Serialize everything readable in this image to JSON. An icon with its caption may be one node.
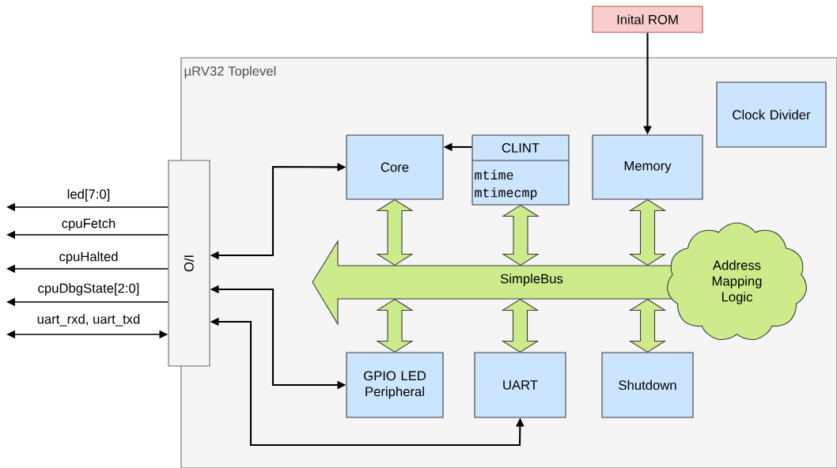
{
  "diagram": {
    "nodes": [
      {
        "text": [
          "µRV32 Toplevel"
        ]
      },
      {
        "text": [
          "Inital ROM"
        ]
      },
      {
        "text": [
          "Clock Divider"
        ],
        "in": 0
      },
      {
        "text": [
          "Core"
        ],
        "in": 0
      },
      {
        "text": [
          "CLINT",
          "mtime",
          "mtimecmp"
        ],
        "in": 0
      },
      {
        "text": [
          "Memory"
        ],
        "in": 0
      },
      {
        "text": [
          "I/O"
        ]
      },
      {
        "text": [
          "SimpleBus"
        ],
        "in": 0
      },
      {
        "text": [
          "Address Mapping Logic"
        ],
        "in": 0
      },
      {
        "text": [
          "GPIO LED Peripheral"
        ],
        "in": 0
      },
      {
        "text": [
          "UART"
        ],
        "in": 0
      },
      {
        "text": [
          "Shutdown"
        ],
        "in": 0
      }
    ],
    "edges": [
      {
        "from": 1,
        "to": 5,
        "arrow": "to"
      },
      {
        "from": 4,
        "to": 3,
        "arrow": "to"
      },
      {
        "from": 6,
        "to": 3,
        "arrow": "both"
      },
      {
        "from": 6,
        "to": 9,
        "arrow": "both"
      },
      {
        "from": 6,
        "to": 10,
        "arrow": "both"
      },
      {
        "from": 3,
        "to": 7,
        "arrow": "both",
        "style": "thick",
        "color": "#cdeb8b"
      },
      {
        "from": 4,
        "to": 7,
        "arrow": "both",
        "style": "thick",
        "color": "#cdeb8b"
      },
      {
        "from": 5,
        "to": 7,
        "arrow": "both",
        "style": "thick",
        "color": "#cdeb8b"
      },
      {
        "from": 7,
        "to": 9,
        "arrow": "both",
        "style": "thick",
        "color": "#cdeb8b"
      },
      {
        "from": 7,
        "to": 10,
        "arrow": "both",
        "style": "thick",
        "color": "#cdeb8b"
      },
      {
        "from": 7,
        "to": 11,
        "arrow": "both",
        "style": "thick",
        "color": "#cdeb8b"
      },
      {
        "from": 6,
        "to": null,
        "arrow": "to",
        "label": "led[7:0]"
      },
      {
        "from": 6,
        "to": null,
        "arrow": "to",
        "label": "cpuFetch"
      },
      {
        "from": 6,
        "to": null,
        "arrow": "to",
        "label": "cpuHalted"
      },
      {
        "from": 6,
        "to": null,
        "arrow": "to",
        "label": "cpuDbgState[2:0]"
      },
      {
        "from": 6,
        "to": null,
        "arrow": "both",
        "label": "uart_rxd, uart_txd"
      }
    ]
  }
}
